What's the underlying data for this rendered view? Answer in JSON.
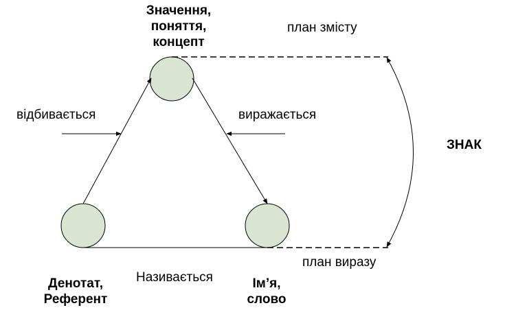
{
  "nodes": {
    "top": {
      "line1": "Значення,",
      "line2": "поняття,",
      "line3": "концепт"
    },
    "left": {
      "line1": "Денотат,",
      "line2": "Референт"
    },
    "right": {
      "line1": "Ім’я,",
      "line2": "слово"
    }
  },
  "edges": {
    "left_label": "відбивається",
    "right_label": "виражається",
    "bottom_label": "Називається"
  },
  "planes": {
    "content": "план змісту",
    "expression": "план виразу"
  },
  "sign": "ЗНАК",
  "colors": {
    "node_fill": "#d9e4d3",
    "stroke": "#000000"
  }
}
